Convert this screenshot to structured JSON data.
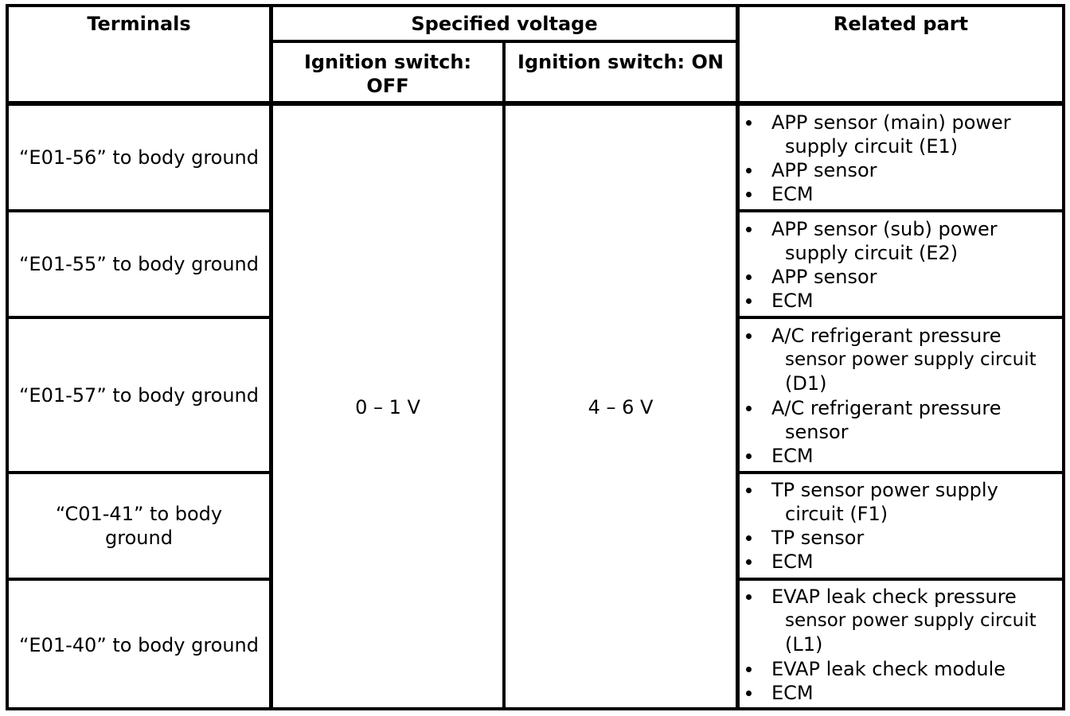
{
  "table": {
    "headers": {
      "terminals": "Terminals",
      "specified_voltage": "Specified voltage",
      "ignition_off": [
        "Ignition switch:",
        "OFF"
      ],
      "ignition_on": "Ignition switch: ON",
      "related_part": "Related part"
    },
    "voltage_off": "0 – 1 V",
    "voltage_on": "4 – 6 V",
    "rows": [
      {
        "terminal": [
          "“E01-56” to body ground"
        ],
        "parts": [
          [
            "APP sensor (main) power",
            "supply circuit (E1)"
          ],
          [
            "APP sensor"
          ],
          [
            "ECM"
          ]
        ]
      },
      {
        "terminal": [
          "“E01-55” to body ground"
        ],
        "parts": [
          [
            "APP sensor (sub) power",
            "supply circuit (E2)"
          ],
          [
            "APP sensor"
          ],
          [
            "ECM"
          ]
        ]
      },
      {
        "terminal": [
          "“E01-57” to body ground"
        ],
        "parts": [
          [
            "A/C refrigerant pressure",
            "sensor power supply circuit",
            "(D1)"
          ],
          [
            "A/C refrigerant pressure",
            "sensor"
          ],
          [
            "ECM"
          ]
        ]
      },
      {
        "terminal": [
          "“C01-41” to body",
          "ground"
        ],
        "parts": [
          [
            "TP sensor power supply",
            "circuit (F1)"
          ],
          [
            "TP sensor"
          ],
          [
            "ECM"
          ]
        ]
      },
      {
        "terminal": [
          "“E01-40” to body ground"
        ],
        "parts": [
          [
            "EVAP leak check pressure",
            "sensor power supply circuit",
            "(L1)"
          ],
          [
            "EVAP leak check module"
          ],
          [
            "ECM"
          ]
        ]
      }
    ]
  }
}
